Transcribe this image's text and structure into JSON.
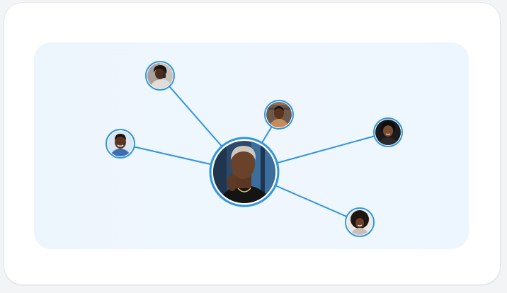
{
  "colors": {
    "edge": "#2f95dd",
    "node_border": "#2f95dd",
    "panel_background": "#eef6fe",
    "card_background": "#ffffff"
  },
  "network": {
    "center": {
      "id": "center",
      "icon": "person-photo"
    },
    "nodes": [
      {
        "id": "node-top-left",
        "icon": "person-photo"
      },
      {
        "id": "node-top-middle",
        "icon": "person-photo"
      },
      {
        "id": "node-left",
        "icon": "person-photo"
      },
      {
        "id": "node-right",
        "icon": "person-photo"
      },
      {
        "id": "node-bottom-right",
        "icon": "person-photo"
      }
    ],
    "edges": [
      [
        "center",
        "node-top-left"
      ],
      [
        "center",
        "node-top-middle"
      ],
      [
        "center",
        "node-left"
      ],
      [
        "center",
        "node-right"
      ],
      [
        "center",
        "node-bottom-right"
      ]
    ]
  }
}
